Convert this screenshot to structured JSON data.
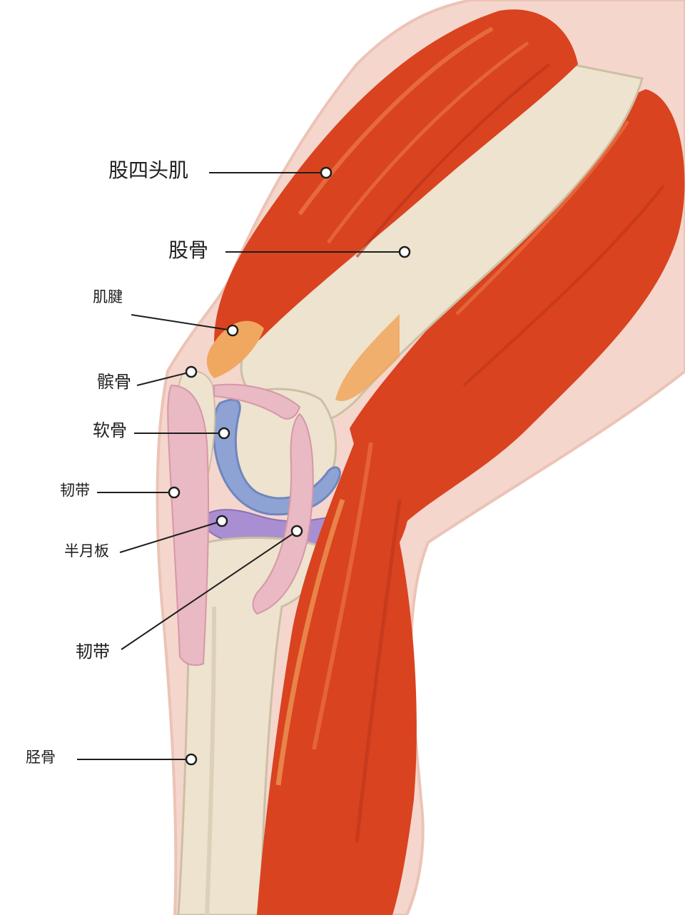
{
  "diagram": {
    "labels": {
      "quadriceps": "股四头肌",
      "femur": "股骨",
      "tendon": "肌腱",
      "patella": "髌骨",
      "cartilage": "软骨",
      "ligament_outer": "韧带",
      "meniscus": "半月板",
      "ligament_inner": "韧带",
      "tibia": "胫骨"
    },
    "colors": {
      "muscle": "#d9431f",
      "muscle_dark": "#b8321a",
      "muscle_light": "#ec7a4c",
      "bone": "#ede3cf",
      "bone_shadow": "#cdbfa3",
      "ligament": "#e9b9c4",
      "cartilage": "#8ea3d4",
      "meniscus": "#a98fd1",
      "tendon": "#f0a860",
      "skin": "#f4d6cd",
      "leader": "#1e1e1e"
    }
  }
}
